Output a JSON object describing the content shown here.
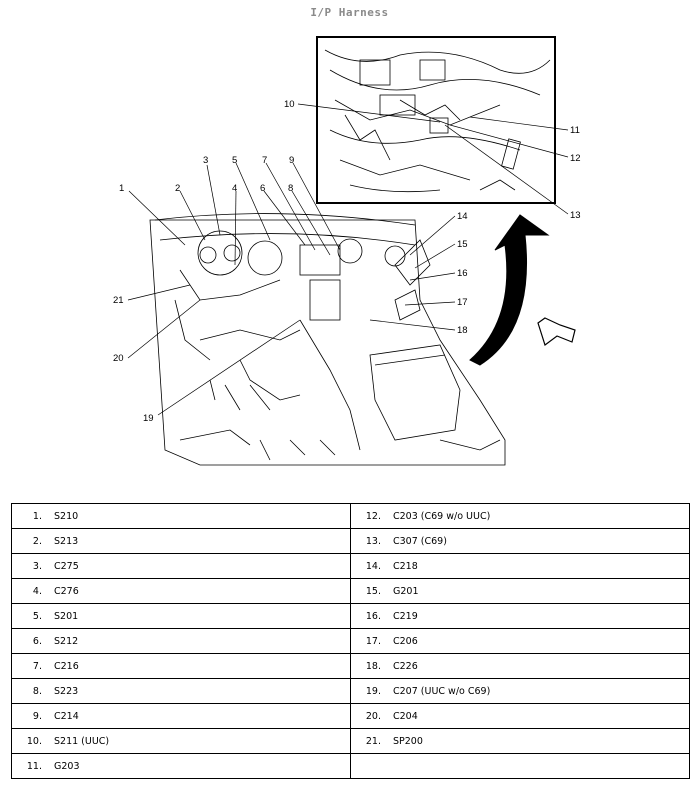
{
  "title": "I/P Harness",
  "callouts": [
    "1",
    "2",
    "3",
    "4",
    "5",
    "6",
    "7",
    "8",
    "9",
    "10",
    "11",
    "12",
    "13",
    "14",
    "15",
    "16",
    "17",
    "18",
    "19",
    "20",
    "21"
  ],
  "legend": {
    "left": [
      {
        "num": "1.",
        "label": "S210"
      },
      {
        "num": "2.",
        "label": "S213"
      },
      {
        "num": "3.",
        "label": "C275"
      },
      {
        "num": "4.",
        "label": "C276"
      },
      {
        "num": "5.",
        "label": "S201"
      },
      {
        "num": "6.",
        "label": "S212"
      },
      {
        "num": "7.",
        "label": "C216"
      },
      {
        "num": "8.",
        "label": "S223"
      },
      {
        "num": "9.",
        "label": "C214"
      },
      {
        "num": "10.",
        "label": "S211 (UUC)"
      },
      {
        "num": "11.",
        "label": "G203"
      }
    ],
    "right": [
      {
        "num": "12.",
        "label": "C203 (C69 w/o UUC)"
      },
      {
        "num": "13.",
        "label": "C307 (C69)"
      },
      {
        "num": "14.",
        "label": "C218"
      },
      {
        "num": "15.",
        "label": "G201"
      },
      {
        "num": "16.",
        "label": "C219"
      },
      {
        "num": "17.",
        "label": "C206"
      },
      {
        "num": "18.",
        "label": "C226"
      },
      {
        "num": "19.",
        "label": "C207 (UUC w/o C69)"
      },
      {
        "num": "20.",
        "label": "C204"
      },
      {
        "num": "21.",
        "label": "SP200"
      },
      {
        "num": "",
        "label": ""
      }
    ]
  }
}
